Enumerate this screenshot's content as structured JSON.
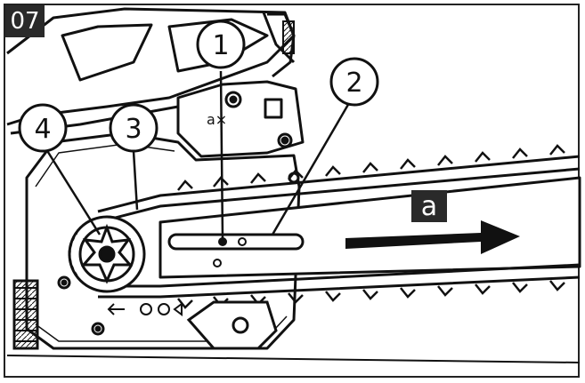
{
  "figure": {
    "number": "07"
  },
  "callouts": [
    {
      "id": "callout-1",
      "label": "1"
    },
    {
      "id": "callout-2",
      "label": "2"
    },
    {
      "id": "callout-3",
      "label": "3"
    },
    {
      "id": "callout-4",
      "label": "4"
    }
  ],
  "direction": {
    "label": "a"
  },
  "colors": {
    "ink": "#111111",
    "label_bg": "#2a2a2a",
    "paper": "#ffffff"
  }
}
